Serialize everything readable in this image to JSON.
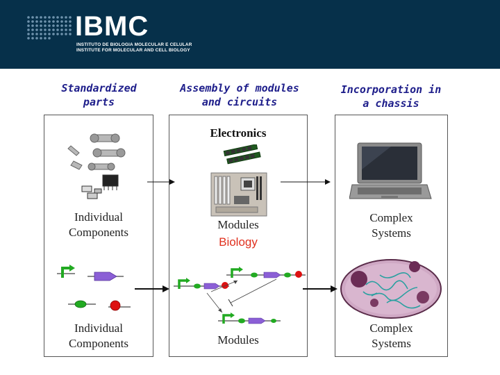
{
  "header": {
    "logo_text": "IBMC",
    "subtitle_line1": "INSTITUTO DE BIOLOGIA MOLECULAR E CELULAR",
    "subtitle_line2": "INSTITUTE FOR MOLECULAR AND CELL BIOLOGY"
  },
  "columns": [
    {
      "line1": "Standardized",
      "line2": "parts"
    },
    {
      "line1": "Assembly of modules",
      "line2": "and circuits"
    },
    {
      "line1": "Incorporation in",
      "line2_prefix": "a ",
      "line2_italic": "chassis"
    }
  ],
  "panel_left": {
    "top_label_line1": "Individual",
    "top_label_line2": "Components",
    "bottom_label_line1": "Individual",
    "bottom_label_line2": "Components"
  },
  "panel_middle": {
    "electronics_title": "Electronics",
    "modules_label": "Modules",
    "biology_title": "Biology",
    "bottom_modules_label": "Modules"
  },
  "panel_right": {
    "top_label_line1": "Complex",
    "top_label_line2": "Systems",
    "bottom_label_line1": "Complex",
    "bottom_label_line2": "Systems"
  },
  "colors": {
    "header_bg": "#06304a",
    "heading_text": "#1d1d8a",
    "biology_red": "#e0301e",
    "promoter_green": "#22aa22",
    "gene_purple": "#8b5fd6",
    "terminator_red": "#dd1111"
  }
}
